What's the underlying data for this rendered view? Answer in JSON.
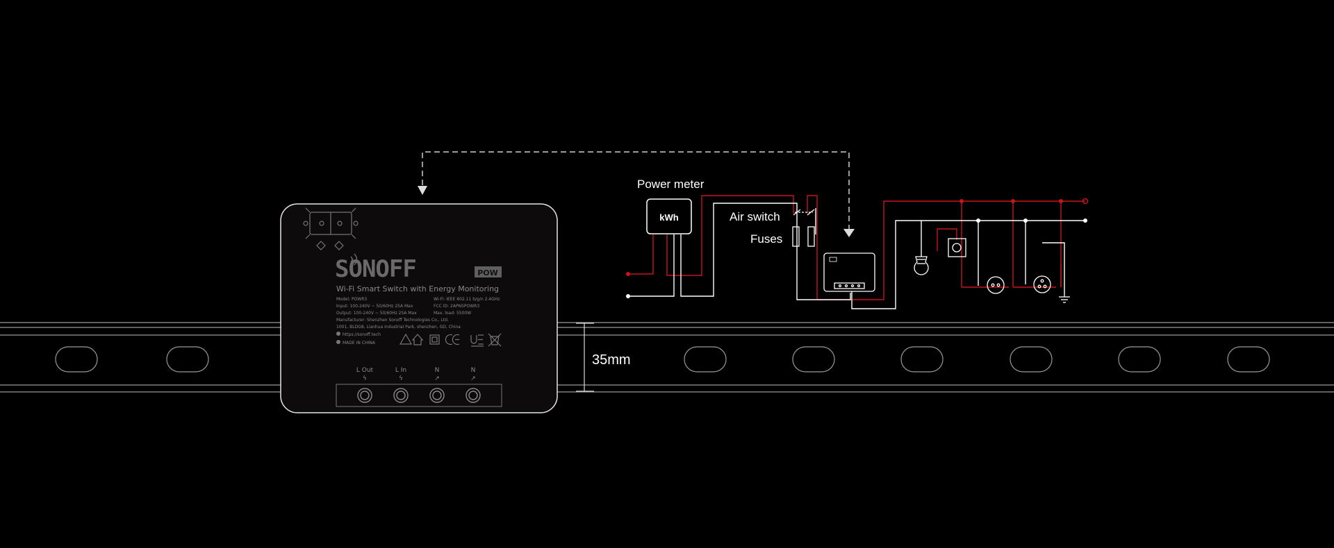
{
  "rail": {
    "width_label": "35mm"
  },
  "device": {
    "brand": "Sonoff",
    "model_badge": "POW",
    "subtitle": "Wi-Fi Smart Switch with Energy Monitoring",
    "spec_lines": [
      "Model: POWR3",
      "Input: 100-240V ~ 50/60Hz 25A Max",
      "Output: 100-240V ~ 50/60Hz 25A Max",
      "Manufacturer: Shenzhen Sonoff Technologies Co., Ltd.",
      "1001, BLDG8, Lianhua Industrial Park, shenzhen, GD, China"
    ],
    "spec_lines_right": [
      "Wi-Fi: IEEE 802.11 b/g/n 2.4GHz",
      "FCC ID: 2APN5POWR3",
      "Max. load: 5500W"
    ],
    "website": "https://sonoff.tech",
    "origin": "MADE IN CHINA",
    "terminals": [
      "L Out",
      "L In",
      "N",
      "N"
    ],
    "terminal_symbols": [
      "ϟ",
      "ϟ",
      "↗",
      "↗"
    ]
  },
  "wiring": {
    "power_meter_label": "Power meter",
    "meter_text": "kWh",
    "air_switch_label": "Air switch",
    "fuses_label": "Fuses"
  },
  "colors": {
    "live_wire": "#c8141e",
    "neutral_wire": "#ffffff",
    "device_body": "#0d0b0b",
    "rail_line": "#9a9a9a"
  }
}
